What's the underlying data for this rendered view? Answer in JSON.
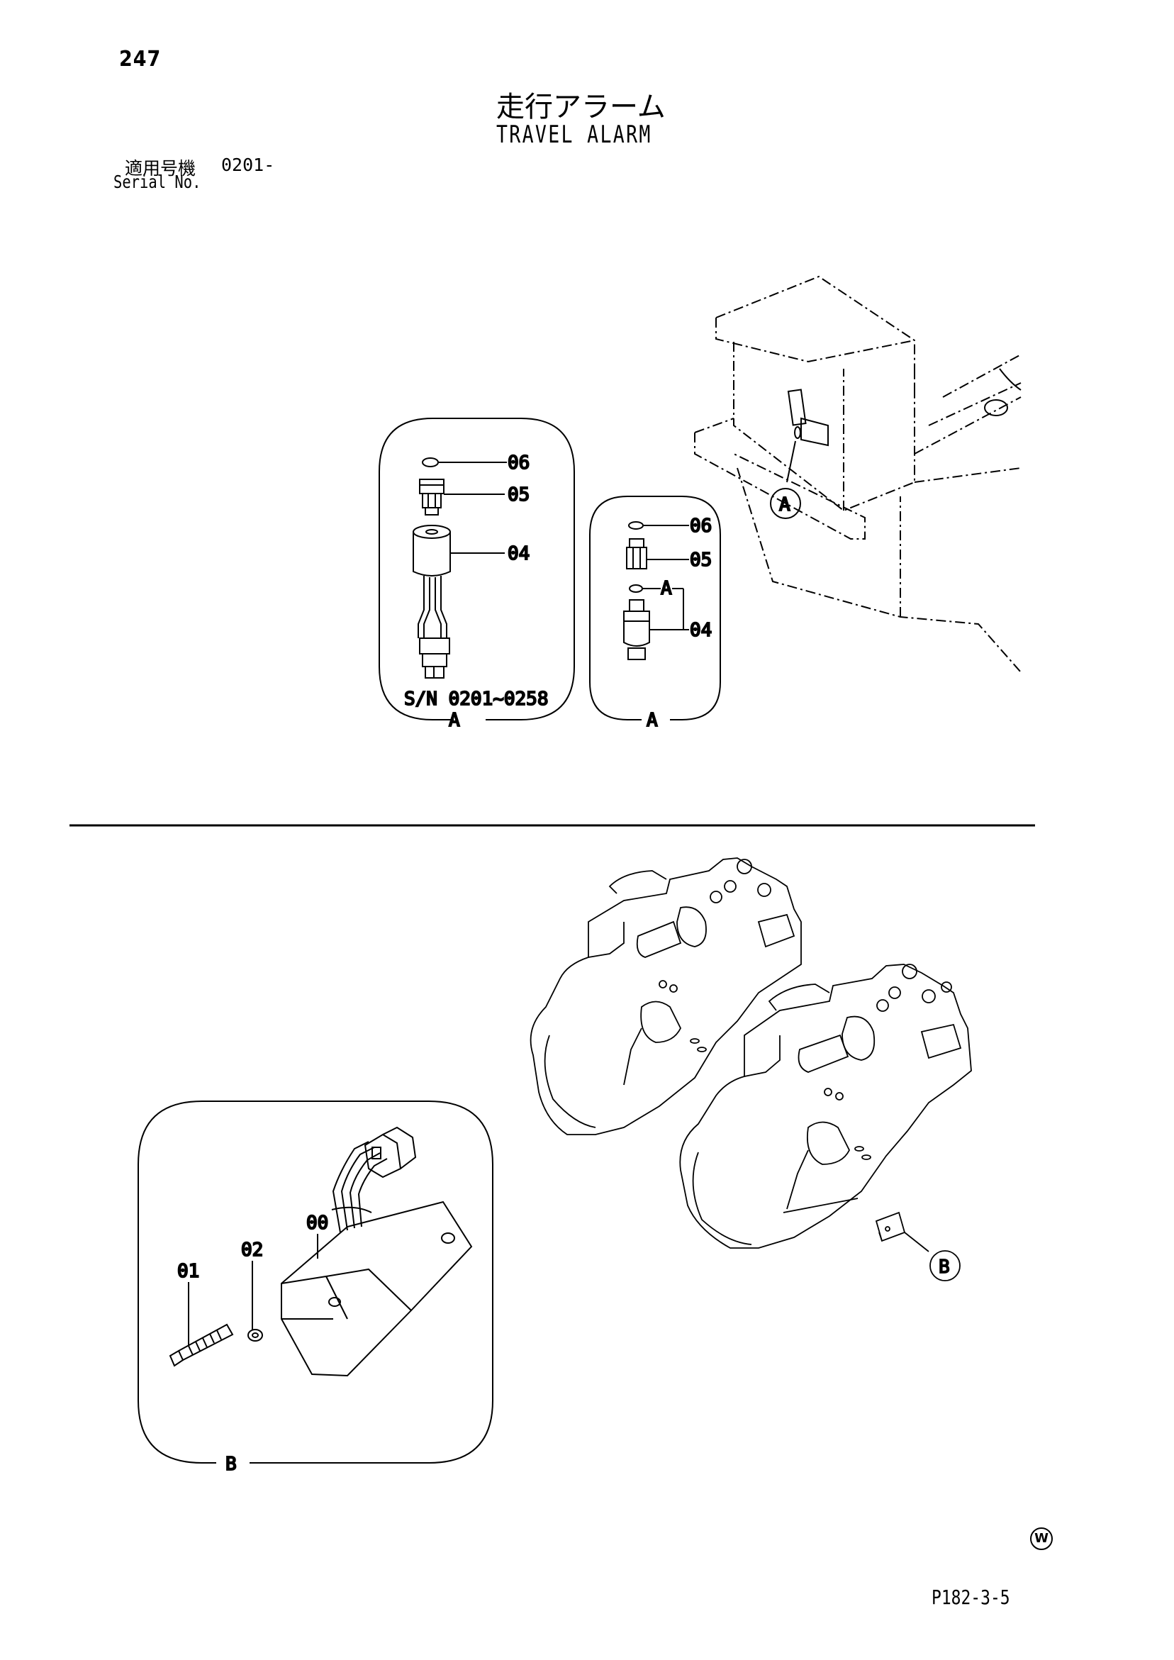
{
  "page": {
    "number": "247",
    "title_ja": "走行アラーム",
    "title_en": "TRAVEL ALARM",
    "serial_label_ja": "適用号機",
    "serial_value": "0201-",
    "serial_label_en": "Serial No.",
    "footer_code": "P182-3-5",
    "footer_mark": "W"
  },
  "detail_a_left": {
    "callouts": [
      "06",
      "05",
      "04"
    ],
    "serial_range": "S/N  0201~0258",
    "view_label": "A"
  },
  "detail_a_right": {
    "callouts": [
      "06",
      "05",
      "04"
    ],
    "sub_label": "A",
    "view_label": "A"
  },
  "machine_view": {
    "marker": "A"
  },
  "pump_view": {
    "marker": "B"
  },
  "detail_b": {
    "callouts": [
      "00",
      "02",
      "01"
    ],
    "view_label": "B"
  }
}
